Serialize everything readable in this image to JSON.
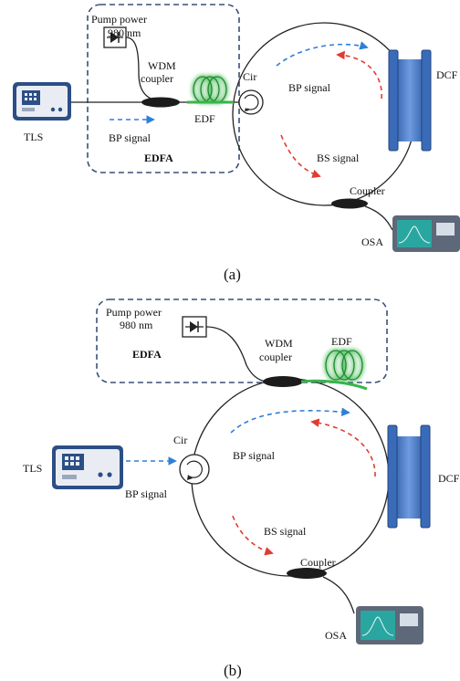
{
  "diagram_a": {
    "caption": "(a)",
    "pump_line1": "Pump power",
    "pump_line2": "980 nm",
    "wdm_line1": "WDM",
    "wdm_line2": "coupler",
    "edf": "EDF",
    "edfa": "EDFA",
    "tls": "TLS",
    "bp_signal_input": "BP signal",
    "cir": "Cir",
    "bp_signal_ring": "BP signal",
    "bs_signal": "BS signal",
    "coupler": "Coupler",
    "osa": "OSA",
    "dcf": "DCF"
  },
  "diagram_b": {
    "caption": "(b)",
    "pump_line1": "Pump power",
    "pump_line2": "980 nm",
    "edfa": "EDFA",
    "wdm_line1": "WDM",
    "wdm_line2": "coupler",
    "edf": "EDF",
    "tls": "TLS",
    "cir": "Cir",
    "bp_signal_ring": "BP signal",
    "bp_signal_input": "BP signal",
    "bs_signal": "BS signal",
    "coupler": "Coupler",
    "osa": "OSA",
    "dcf": "DCF"
  },
  "colors": {
    "bp_arrow": "#2f7fd6",
    "bs_arrow": "#e23b30",
    "edf_green": "#39b54a",
    "dashed_box": "#3a4f78",
    "instrument_blue": "#2c4e86",
    "dcf_blue": "#4a78c0"
  }
}
